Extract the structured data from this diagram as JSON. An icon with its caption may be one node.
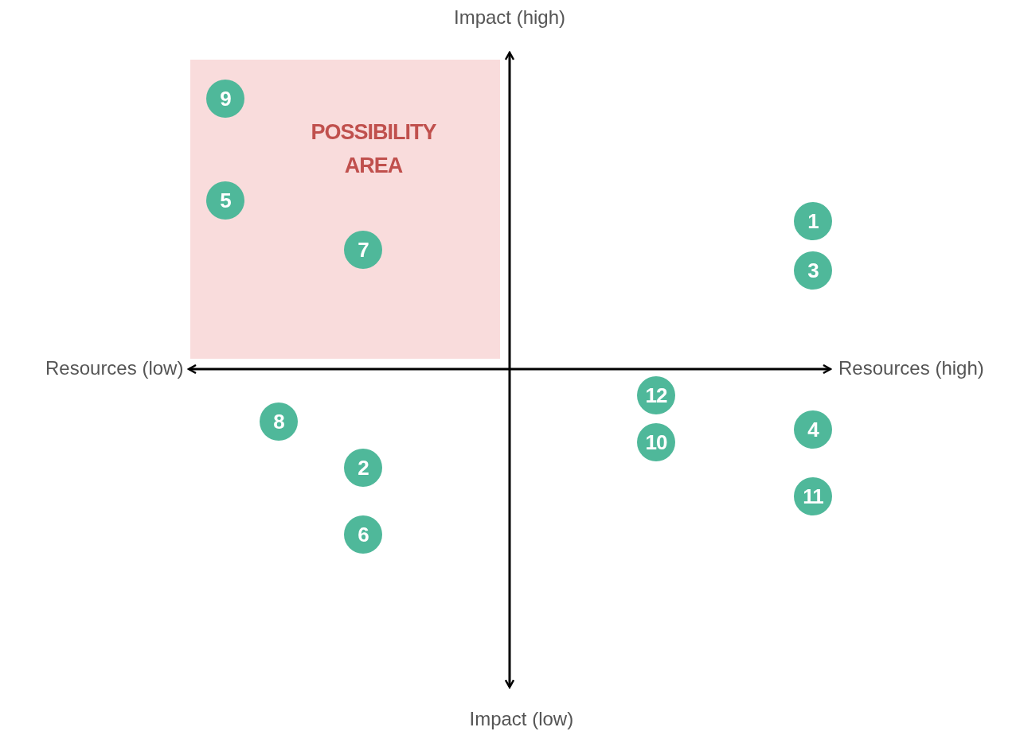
{
  "diagram": {
    "nodes": [
      {
        "text": [
          "POSSIBILITY AREA"
        ]
      },
      {
        "text": [
          "9"
        ],
        "in": 0
      },
      {
        "text": [
          "5"
        ],
        "in": 0
      },
      {
        "text": [
          "7"
        ],
        "in": 0
      },
      {
        "text": [
          "1"
        ]
      },
      {
        "text": [
          "3"
        ]
      },
      {
        "text": [
          "12"
        ]
      },
      {
        "text": [
          "8"
        ]
      },
      {
        "text": [
          "4"
        ]
      },
      {
        "text": [
          "10"
        ]
      },
      {
        "text": [
          "2"
        ]
      },
      {
        "text": [
          "11"
        ]
      },
      {
        "text": [
          "6"
        ]
      }
    ],
    "edges": [],
    "labels": [
      "Impact (high)",
      "Resources (low)",
      "Resources (high)",
      "Impact (low)"
    ]
  }
}
